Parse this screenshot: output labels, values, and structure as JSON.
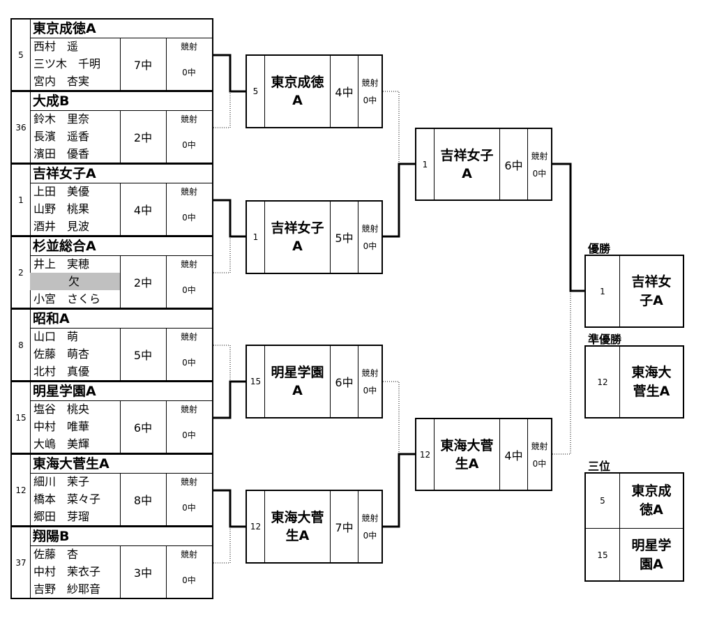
{
  "round1": [
    {
      "seed": "5",
      "team": "東京成徳A",
      "members": [
        "西村　遥",
        "三ツ木　千明",
        "宮内　杏実"
      ],
      "score": "7中",
      "kyosha_label": "競射",
      "kyosha": "0中"
    },
    {
      "seed": "36",
      "team": "大成B",
      "members": [
        "鈴木　里奈",
        "長濱　遥香",
        "濱田　優香"
      ],
      "score": "2中",
      "kyosha_label": "競射",
      "kyosha": "0中"
    },
    {
      "seed": "1",
      "team": "吉祥女子A",
      "members": [
        "上田　美優",
        "山野　桃果",
        "酒井　見波"
      ],
      "score": "4中",
      "kyosha_label": "競射",
      "kyosha": "0中"
    },
    {
      "seed": "2",
      "team": "杉並総合A",
      "members": [
        "井上　実穂",
        "欠",
        "小宮　さくら"
      ],
      "score": "2中",
      "kyosha_label": "競射",
      "kyosha": "0中"
    },
    {
      "seed": "8",
      "team": "昭和A",
      "members": [
        "山口　萌",
        "佐藤　萌杏",
        "北村　真優"
      ],
      "score": "5中",
      "kyosha_label": "競射",
      "kyosha": "0中"
    },
    {
      "seed": "15",
      "team": "明星学園A",
      "members": [
        "塩谷　桃央",
        "中村　唯華",
        "大嶋　美輝"
      ],
      "score": "6中",
      "kyosha_label": "競射",
      "kyosha": "0中"
    },
    {
      "seed": "12",
      "team": "東海大菅生A",
      "members": [
        "細川　茉子",
        "橋本　菜々子",
        "郷田　芽瑠"
      ],
      "score": "8中",
      "kyosha_label": "競射",
      "kyosha": "0中"
    },
    {
      "seed": "37",
      "team": "翔陽B",
      "members": [
        "佐藤　杏",
        "中村　茉衣子",
        "吉野　紗耶音"
      ],
      "score": "3中",
      "kyosha_label": "競射",
      "kyosha": "0中"
    }
  ],
  "round2": [
    {
      "seed": "5",
      "team": "東京成徳A",
      "score": "4中",
      "kyosha_label": "競射",
      "kyosha": "0中"
    },
    {
      "seed": "1",
      "team": "吉祥女子A",
      "score": "5中",
      "kyosha_label": "競射",
      "kyosha": "0中"
    },
    {
      "seed": "15",
      "team": "明星学園A",
      "score": "6中",
      "kyosha_label": "競射",
      "kyosha": "0中"
    },
    {
      "seed": "12",
      "team": "東海大菅生A",
      "score": "7中",
      "kyosha_label": "競射",
      "kyosha": "0中"
    }
  ],
  "round3": [
    {
      "seed": "1",
      "team": "吉祥女子A",
      "score": "6中",
      "kyosha_label": "競射",
      "kyosha": "0中"
    },
    {
      "seed": "12",
      "team": "東海大菅生A",
      "score": "4中",
      "kyosha_label": "競射",
      "kyosha": "0中"
    }
  ],
  "results": {
    "champion_label": "優勝",
    "champion": {
      "seed": "1",
      "team": "吉祥女子A"
    },
    "runner_up_label": "準優勝",
    "runner_up": {
      "seed": "12",
      "team": "東海大菅生A"
    },
    "third_label": "三位",
    "third": [
      {
        "seed": "5",
        "team": "東京成徳A"
      },
      {
        "seed": "15",
        "team": "明星学園A"
      }
    ]
  }
}
